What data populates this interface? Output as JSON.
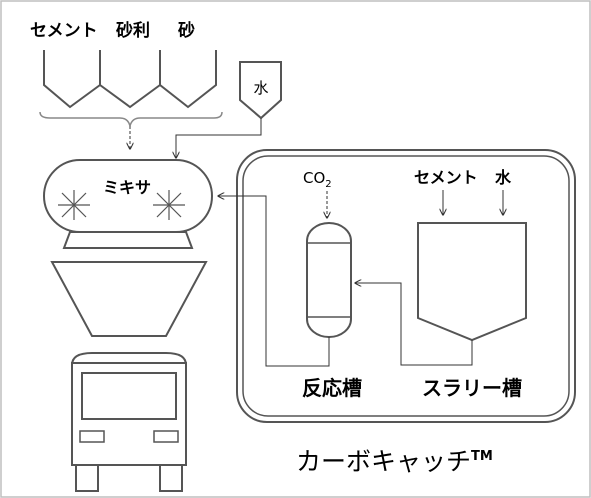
{
  "hoppers": {
    "cement_label": "セメント",
    "gravel_label": "砂利",
    "sand_label": "砂",
    "water_label": "水"
  },
  "mixer": {
    "label": "ミキサ"
  },
  "carbocatch": {
    "co2_label": "CO",
    "co2_sub": "2",
    "inputs_cement_label": "セメント",
    "inputs_water_label": "水",
    "reactor_label": "反応槽",
    "slurry_label": "スラリー槽",
    "system_name": "カーボキャッチ",
    "trademark": "TM"
  }
}
